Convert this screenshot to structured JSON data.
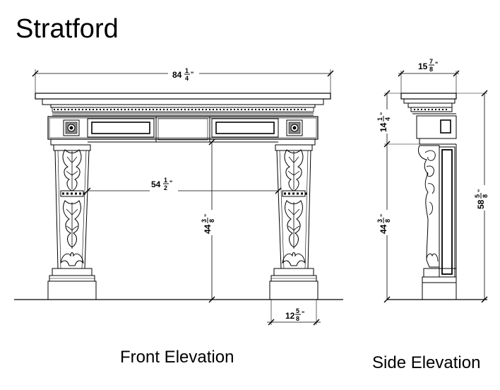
{
  "title": "Stratford",
  "captions": {
    "front": "Front Elevation",
    "side": "Side Elevation"
  },
  "dimensions": {
    "overall_width": {
      "whole": "84",
      "num": "1",
      "den": "4",
      "unit": "\""
    },
    "opening_width": {
      "whole": "54",
      "num": "1",
      "den": "2",
      "unit": "\""
    },
    "opening_height": {
      "whole": "44",
      "num": "3",
      "den": "8",
      "unit": "\""
    },
    "leg_width": {
      "whole": "12",
      "num": "5",
      "den": "8",
      "unit": "\""
    },
    "depth": {
      "whole": "15",
      "num": "7",
      "den": "8",
      "unit": "\""
    },
    "frieze_height": {
      "whole": "14",
      "num": "1",
      "den": "4",
      "unit": "\""
    },
    "side_opening_height": {
      "whole": "44",
      "num": "3",
      "den": "8",
      "unit": "\""
    },
    "overall_height": {
      "whole": "58",
      "num": "5",
      "den": "8",
      "unit": "\""
    }
  }
}
